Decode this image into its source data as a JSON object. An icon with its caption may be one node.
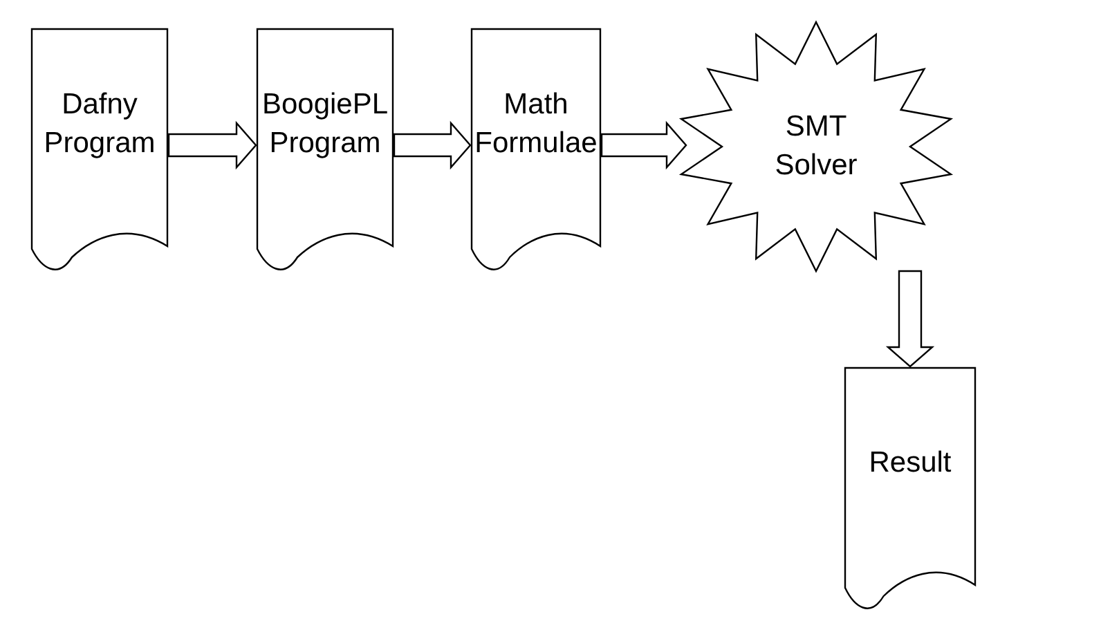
{
  "diagram": {
    "nodes": [
      {
        "text": [
          "Dafny Program"
        ]
      },
      {
        "text": [
          "BoogiePL Program"
        ]
      },
      {
        "text": [
          "Math Formulae"
        ]
      },
      {
        "text": [
          "SMT Solver"
        ]
      },
      {
        "text": [
          "Result"
        ]
      }
    ],
    "edges": [
      {
        "from": 0,
        "to": 1,
        "arrow": "to"
      },
      {
        "from": 1,
        "to": 2,
        "arrow": "to"
      },
      {
        "from": 2,
        "to": 3,
        "arrow": "to"
      },
      {
        "from": 3,
        "to": 4,
        "arrow": "to"
      }
    ]
  }
}
